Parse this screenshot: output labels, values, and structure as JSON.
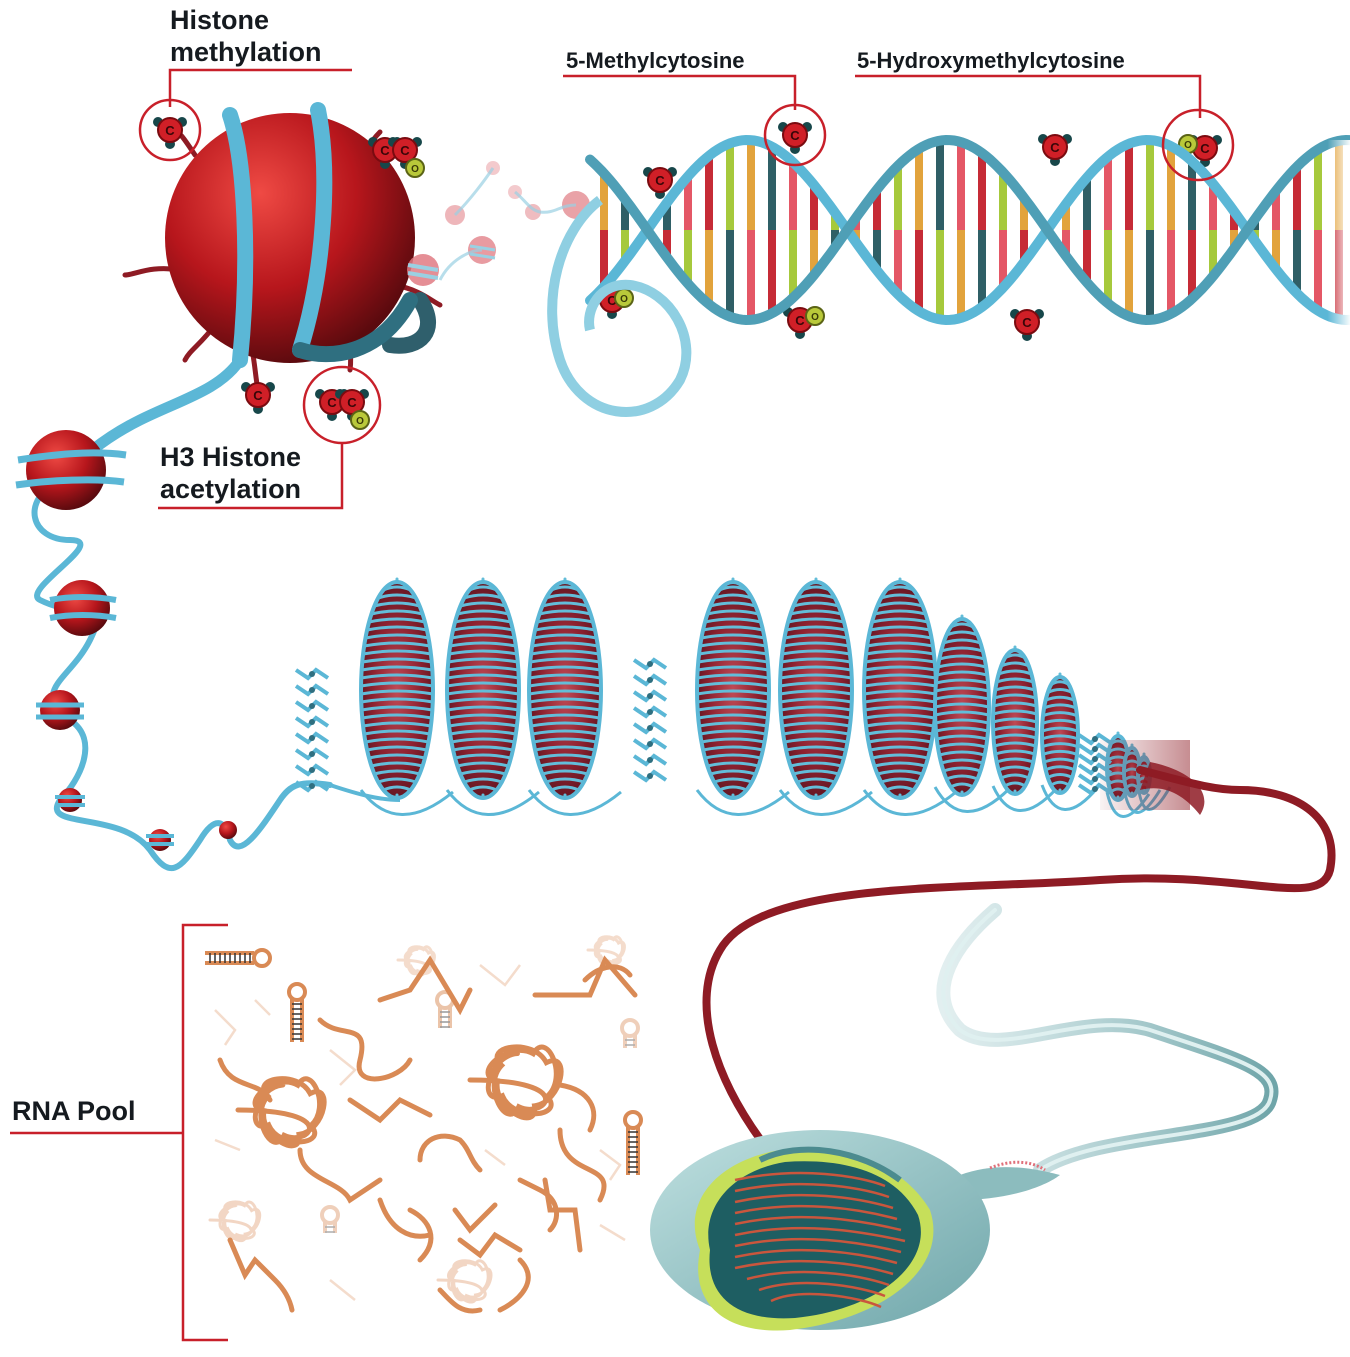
{
  "labels": {
    "histone_methylation_line1": "Histone",
    "histone_methylation_line2": "methylation",
    "methylcytosine": "5-Methylcytosine",
    "hydroxymethylcytosine": "5-Hydroxymethylcytosine",
    "acetylation_line1": "H3 Histone",
    "acetylation_line2": "acetylation",
    "rna_pool": "RNA Pool"
  },
  "atoms": {
    "carbon": "C",
    "oxygen": "O"
  },
  "colors": {
    "dna_strand": "#5bb7d6",
    "dna_strand_dark": "#2f6f80",
    "histone_red": "#b3161c",
    "callout_red": "#c8202a",
    "chromatin_tail": "#8e1b24",
    "rna_orange": "#d98a55",
    "sperm_teal": "#7fb5b8",
    "base_pair_colors": [
      "#c62b36",
      "#a6c93c",
      "#e2a33c",
      "#2f5f66",
      "#e45766"
    ]
  }
}
